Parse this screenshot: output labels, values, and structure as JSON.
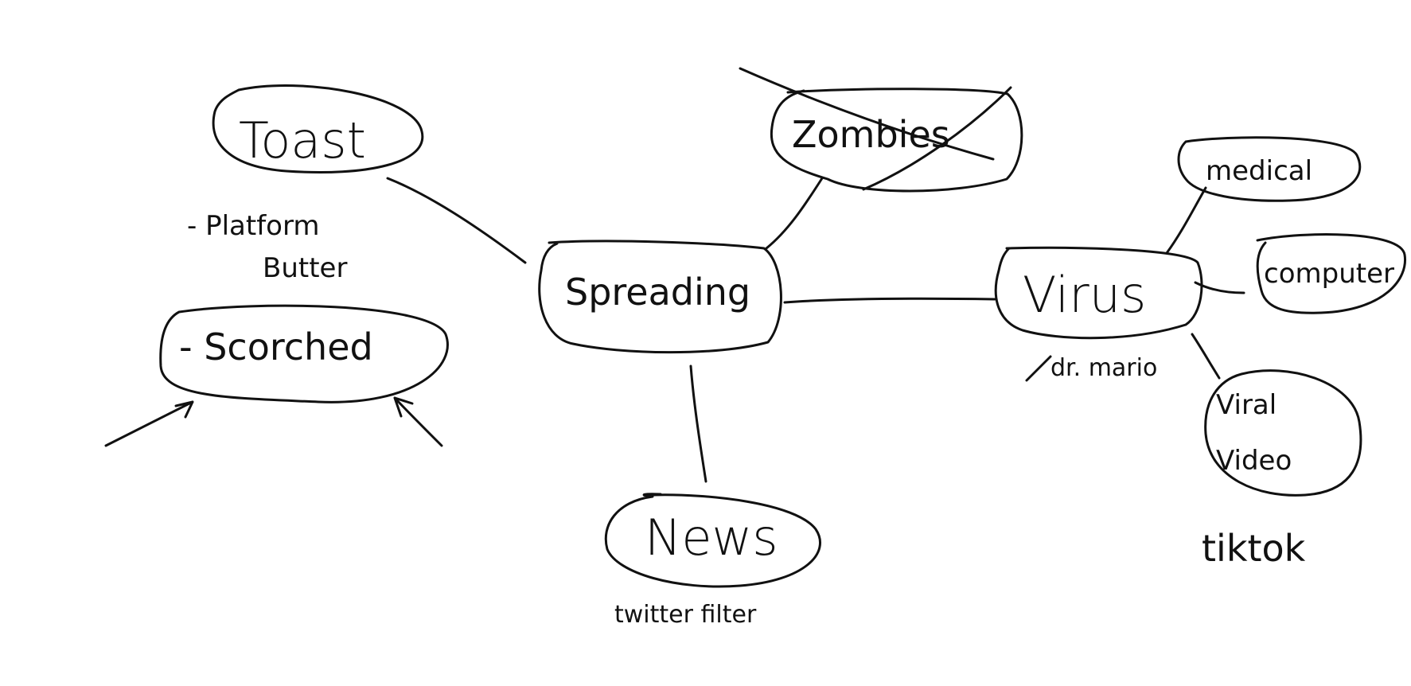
{
  "diagram": {
    "nodes": {
      "toast": "Toast",
      "scorched": "- Scorched",
      "spreading": "Spreading",
      "zombies": "Zombies",
      "news": "News",
      "virus": "Virus",
      "medical": "medical",
      "computer": "computer",
      "viral_video_line1": "Viral",
      "viral_video_line2": "Video"
    },
    "notes": {
      "toast_note_line1": "- Platform",
      "toast_note_line2": "Butter",
      "news_note": "twitter filter",
      "virus_note": "dr. mario",
      "viral_video_note": "tiktok"
    },
    "colors": {
      "ink": "#111111",
      "background": "#ffffff"
    }
  }
}
